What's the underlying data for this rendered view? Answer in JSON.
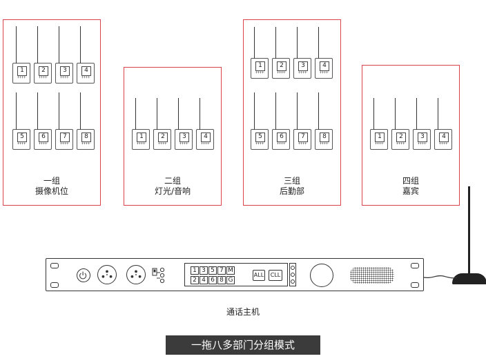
{
  "groups": [
    {
      "line1": "一组",
      "line2": "摄像机位",
      "units": [
        "1",
        "2",
        "3",
        "4",
        "5",
        "6",
        "7",
        "8"
      ]
    },
    {
      "line1": "二组",
      "line2": "灯光/音响",
      "units": [
        "1",
        "2",
        "3",
        "4"
      ]
    },
    {
      "line1": "三组",
      "line2": "后勤部",
      "units": [
        "1",
        "2",
        "3",
        "4",
        "5",
        "6",
        "7",
        "8"
      ]
    },
    {
      "line1": "四组",
      "line2": "嘉宾",
      "units": [
        "1",
        "2",
        "3",
        "4"
      ]
    }
  ],
  "host": {
    "label": "通话主机",
    "keys_top": [
      "1",
      "3",
      "5",
      "7",
      "M"
    ],
    "keys_bottom": [
      "2",
      "4",
      "6",
      "8",
      "G"
    ],
    "all_label": "ALL",
    "cll_label": "CLL"
  },
  "mode_title": "一拖八多部门分组模式",
  "colors": {
    "group_border": "#e0404a",
    "title_bg": "#3b3b3b"
  }
}
